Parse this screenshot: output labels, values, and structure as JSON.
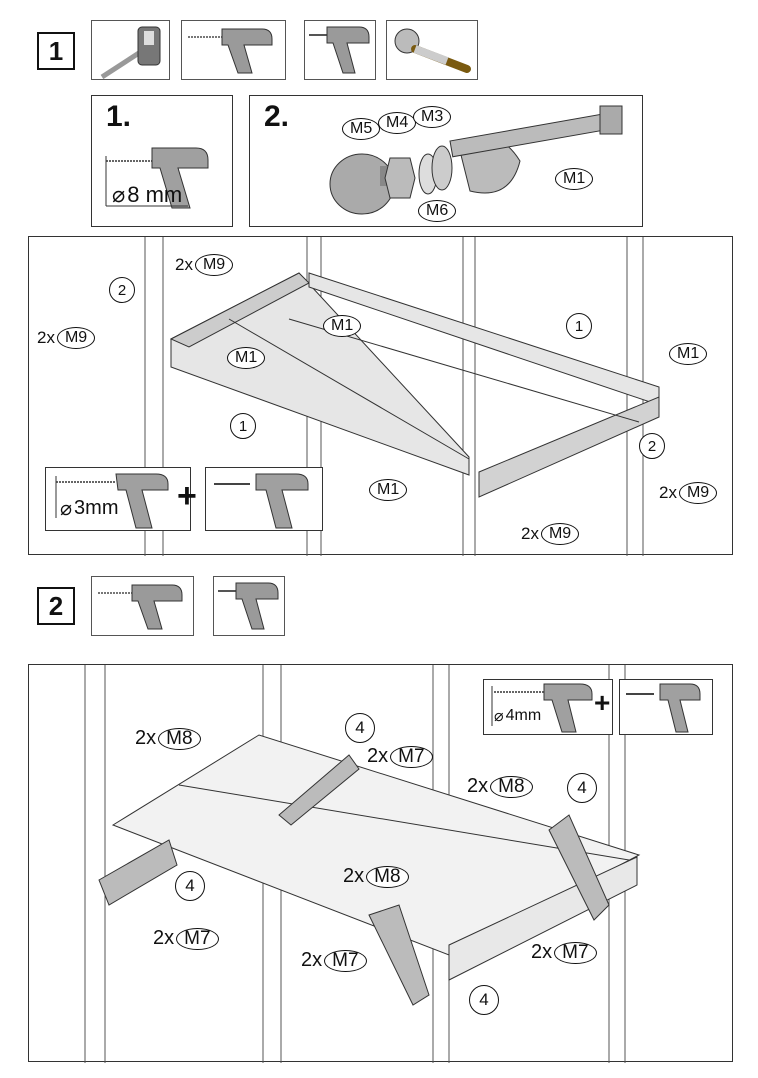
{
  "steps": [
    {
      "number": "1"
    },
    {
      "number": "2"
    }
  ],
  "step1": {
    "sub1_label": "1.",
    "sub2_label": "2.",
    "drill_size": "8 mm",
    "hardware_labels": [
      "M5",
      "M4",
      "M3",
      "M1",
      "M6"
    ],
    "callouts": {
      "a": "2x",
      "a_part": "M9",
      "b": "2x",
      "b_part": "M9",
      "m1_a": "M1",
      "m1_b": "M1",
      "m1_c": "M1",
      "m1_d": "M1",
      "c": "2x",
      "c_part": "M9",
      "d": "2x",
      "d_part": "M9",
      "part1_a": "1",
      "part1_b": "1",
      "part2_a": "2",
      "part2_b": "2"
    },
    "tool_drill_size": "3mm",
    "plus": "+"
  },
  "step2": {
    "tool_drill_size": "4mm",
    "plus": "+",
    "callouts": {
      "m8_a_qty": "2x",
      "m8_a": "M8",
      "m7_a_qty": "2x",
      "m7_a": "M7",
      "m8_b_qty": "2x",
      "m8_b": "M8",
      "m8_c_qty": "2x",
      "m8_c": "M8",
      "m7_b_qty": "2x",
      "m7_b": "M7",
      "m7_c_qty": "2x",
      "m7_c": "M7",
      "m7_d_qty": "2x",
      "m7_d": "M7",
      "p4_a": "4",
      "p4_b": "4",
      "p4_c": "4",
      "p4_d": "4"
    }
  },
  "icons": [
    "tape-measure-icon",
    "drill-icon",
    "screwdriver-icon",
    "ratchet-wrench-icon"
  ]
}
